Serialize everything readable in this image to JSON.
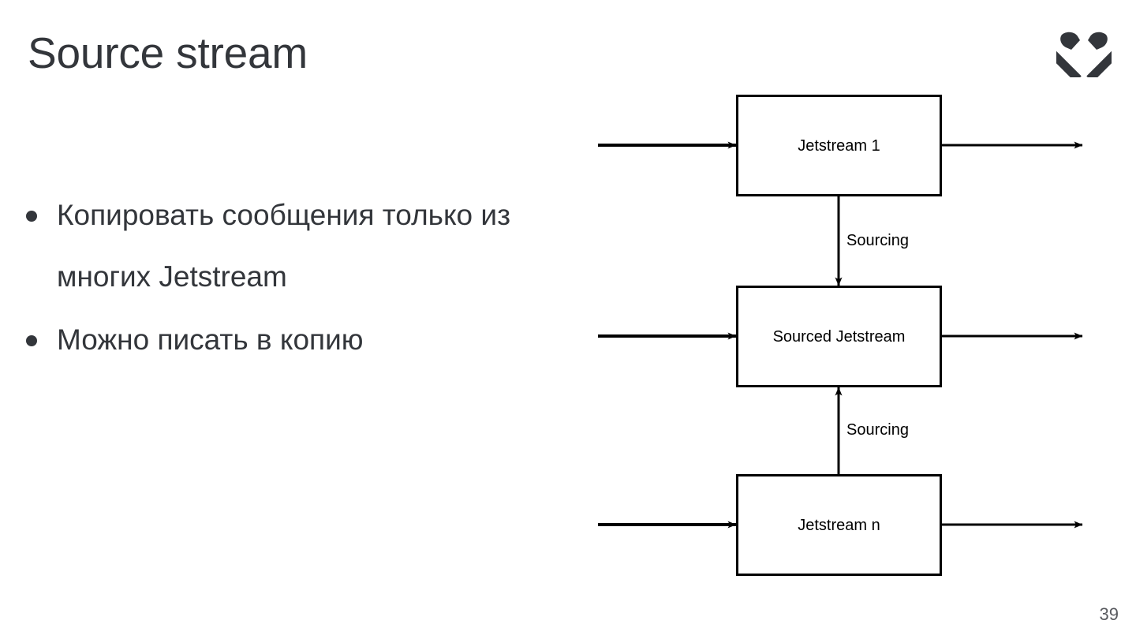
{
  "slide": {
    "title": "Source stream",
    "page_number": "39",
    "background_color": "#ffffff",
    "title_color": "#33363b",
    "body_color": "#33363b",
    "diagram_color": "#000000",
    "page_number_color": "#595b60"
  },
  "logo": {
    "name": "crossed-hammers-logo",
    "color": "#33363b"
  },
  "bullets": [
    {
      "text": "Копировать сообщения только из многих Jetstream"
    },
    {
      "text": "Можно писать в копию"
    }
  ],
  "diagram": {
    "type": "block-flow",
    "nodes": [
      {
        "id": "jetstream-1",
        "label": "Jetstream 1"
      },
      {
        "id": "sourced-jetstream",
        "label": "Sourced Jetstream"
      },
      {
        "id": "jetstream-n",
        "label": "Jetstream n"
      }
    ],
    "edge_labels": {
      "top": "Sourcing",
      "bottom": "Sourcing"
    },
    "edges": [
      {
        "from": "external-in",
        "to": "jetstream-1",
        "label": ""
      },
      {
        "from": "jetstream-1",
        "to": "external-out",
        "label": ""
      },
      {
        "from": "jetstream-1",
        "to": "sourced-jetstream",
        "label": "Sourcing"
      },
      {
        "from": "external-in",
        "to": "sourced-jetstream",
        "label": ""
      },
      {
        "from": "sourced-jetstream",
        "to": "external-out",
        "label": ""
      },
      {
        "from": "jetstream-n",
        "to": "sourced-jetstream",
        "label": "Sourcing"
      },
      {
        "from": "external-in",
        "to": "jetstream-n",
        "label": ""
      },
      {
        "from": "jetstream-n",
        "to": "external-out",
        "label": ""
      }
    ]
  }
}
